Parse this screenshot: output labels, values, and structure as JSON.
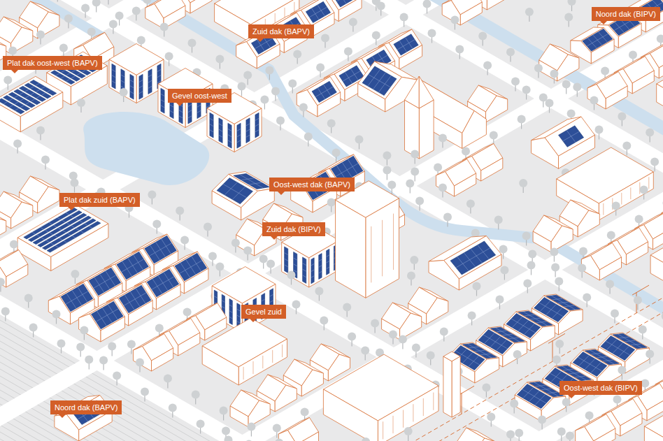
{
  "diagram": {
    "nodes": [
      {
        "text": [
          "Noord dak (BIPV)"
        ]
      },
      {
        "text": [
          "Zuid dak (BAPV)"
        ]
      },
      {
        "text": [
          "Plat dak oost-west (BAPV)"
        ]
      },
      {
        "text": [
          "Gevel oost-west"
        ]
      },
      {
        "text": [
          "Oost-west dak (BAPV)"
        ]
      },
      {
        "text": [
          "Plat dak zuid (BAPV)"
        ]
      },
      {
        "text": [
          "Zuid dak (BIPV)"
        ]
      },
      {
        "text": [
          "Gevel zuid"
        ]
      },
      {
        "text": [
          "Oost-west dak (BIPV)"
        ]
      },
      {
        "text": [
          "Noord dak (BAPV)"
        ]
      }
    ]
  }
}
